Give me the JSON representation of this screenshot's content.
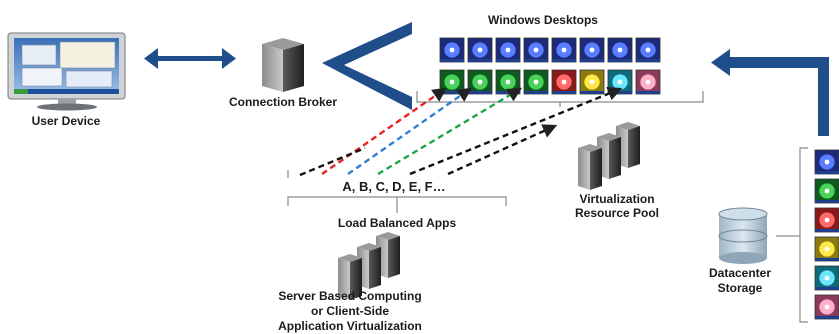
{
  "labels": {
    "user_device": "User Device",
    "connection_broker": "Connection Broker",
    "windows_desktops": "Windows Desktops",
    "apps_list": "A, B, C, D, E, F…",
    "load_balanced_apps": "Load Balanced Apps",
    "virtualization_line1": "Virtualization",
    "virtualization_line2": "Resource Pool",
    "server_line1": "Server Based Computing",
    "server_line2": "or Client-Side",
    "server_line3": "Application Virtualization",
    "storage_line1": "Datacenter",
    "storage_line2": "Storage"
  },
  "colors": {
    "arrow_blue": "#1f4e8a",
    "chevron_blue": "#1f4e8a",
    "line_red": "#e8231f",
    "line_blue": "#2f7fd3",
    "line_green": "#1ea64a",
    "line_black": "#111111",
    "bracket_gray": "#8a8a8a",
    "server_dark": "#2d2d2d"
  },
  "desktop_icons": {
    "top_row": [
      "blue",
      "blue",
      "blue",
      "blue",
      "blue",
      "blue",
      "blue",
      "blue"
    ],
    "bottom_row": [
      "green",
      "green",
      "green",
      "green",
      "red",
      "yellow",
      "cyan",
      "pink"
    ],
    "side_column": [
      "blue",
      "green",
      "red",
      "yellow",
      "cyan",
      "pink"
    ]
  }
}
